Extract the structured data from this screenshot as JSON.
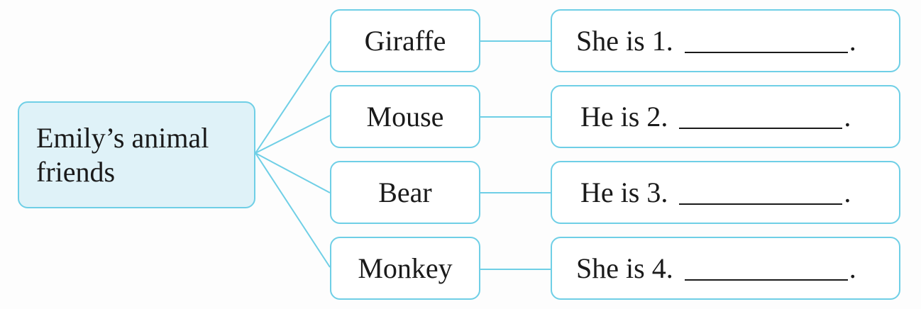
{
  "root": {
    "label": "Emily’s animal friends"
  },
  "branches": [
    {
      "animal": "Giraffe",
      "pronoun": "She is",
      "number": "1.",
      "end": "."
    },
    {
      "animal": "Mouse",
      "pronoun": "He is",
      "number": "2.",
      "end": "."
    },
    {
      "animal": "Bear",
      "pronoun": "He is",
      "number": "3.",
      "end": "."
    },
    {
      "animal": "Monkey",
      "pronoun": "She is",
      "number": "4.",
      "end": "."
    }
  ],
  "colors": {
    "border": "#6fcfe6",
    "root_fill": "#dff2f8",
    "line": "#6fcfe6"
  }
}
